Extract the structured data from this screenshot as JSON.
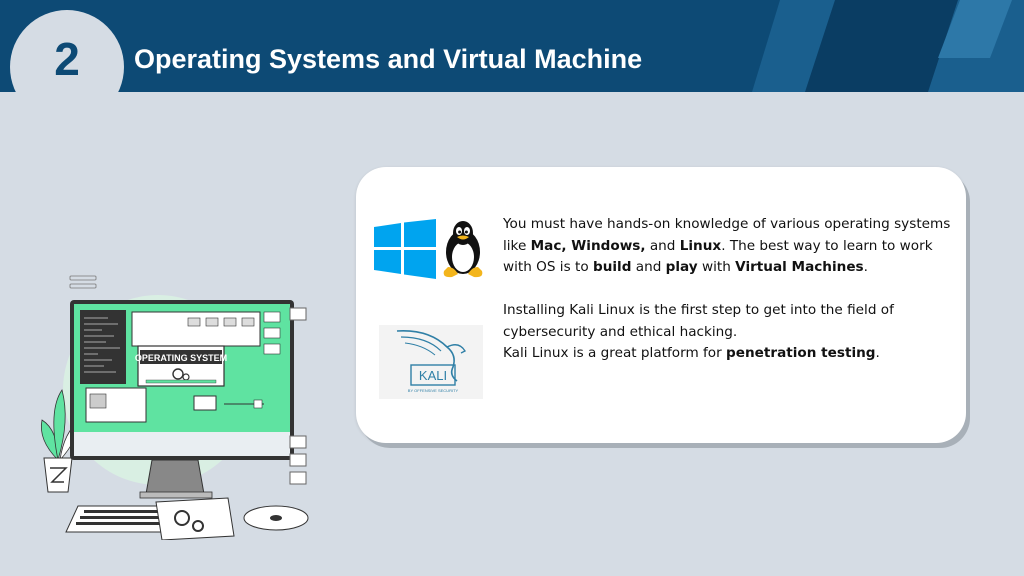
{
  "slide": {
    "number": "2",
    "title": "Operating Systems and Virtual Machine"
  },
  "card": {
    "paragraph1": {
      "t1": "You must have hands-on knowledge of various operating systems like ",
      "b1": "Mac, Windows,",
      "t2": " and ",
      "b2": "Linux",
      "t3": ". The best way to learn to work with OS is to ",
      "b3": "build",
      "t4": " and ",
      "b4": "play",
      "t5": " with ",
      "b5": "Virtual Machines",
      "t6": "."
    },
    "paragraph2": "Installing Kali Linux is the first step to get into the field of cybersecurity and ethical hacking.",
    "paragraph3": {
      "t1": "Kali Linux is a great platform for ",
      "b1": "penetration testing",
      "t2": "."
    }
  },
  "logos": {
    "kali_label": "KALI",
    "kali_sub": "BY OFFENSIVE SECURITY"
  },
  "illustration": {
    "screen_label": "OPERATING SYSTEM"
  },
  "colors": {
    "header_dark": "#0d4a75",
    "header_mid": "#1a5f8e",
    "background": "#d5dce4",
    "windows_blue": "#00a4ef",
    "illustration_green": "#5fe3a1"
  }
}
